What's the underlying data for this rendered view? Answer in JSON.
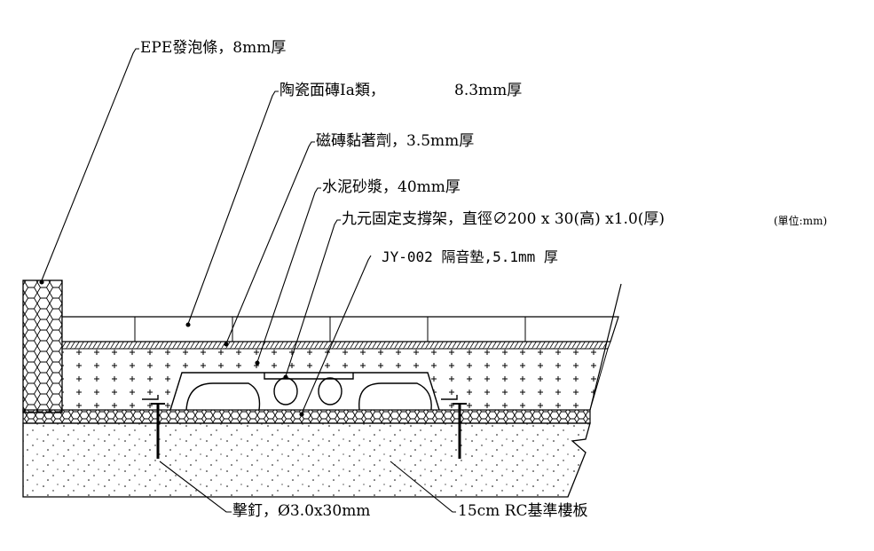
{
  "title": "Floor section: floating floor with sound insulation",
  "labels": {
    "epe": "EPE發泡條，8mm厚",
    "tile": "陶瓷面磚Ia類，",
    "tile_thickness": "8.3mm厚",
    "adhesive": "磁磚黏著劑，3.5mm厚",
    "mortar": "水泥砂漿，40mm厚",
    "support": "九元固定支撐架，直徑∅200 x 30(高) x1.0(厚)",
    "support_unit": "(單位:mm)",
    "pad": "JY-002 隔音墊,5.1mm 厚",
    "nail": "擊釘，Ø3.0x30mm",
    "slab": "15cm RC基準樓板"
  },
  "colors": {
    "line": "#000000",
    "background": "#ffffff"
  }
}
